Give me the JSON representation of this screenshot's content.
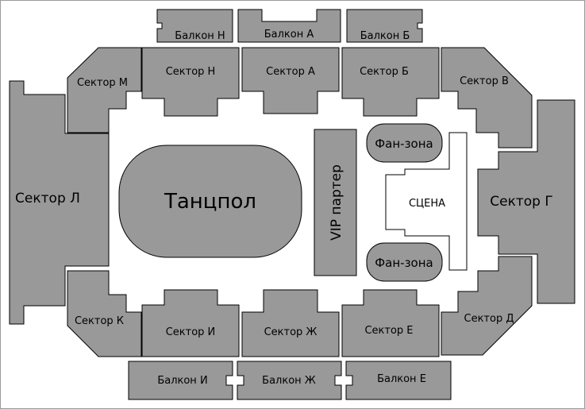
{
  "map": {
    "colors": {
      "section_fill": "#999999",
      "outline": "#000000",
      "background": "#ffffff"
    },
    "balconies": {
      "n": "Балкон Н",
      "a": "Балкон А",
      "b": "Балкон Б",
      "i": "Балкон И",
      "zh": "Балкон Ж",
      "e": "Балкон Е"
    },
    "sectors": {
      "m": "Сектор М",
      "n": "Сектор Н",
      "a": "Сектор А",
      "b": "Сектор Б",
      "v": "Сектор В",
      "l": "Сектор Л",
      "g": "Сектор Г",
      "k": "Сектор К",
      "i": "Сектор И",
      "zh": "Сектор Ж",
      "e": "Сектор Е",
      "d": "Сектор Д"
    },
    "dance_floor": "Танцпол",
    "vip": "VIP партер",
    "fan_zone_top": "Фан-зона",
    "fan_zone_bottom": "Фан-зона",
    "stage": "СЦЕНА"
  }
}
